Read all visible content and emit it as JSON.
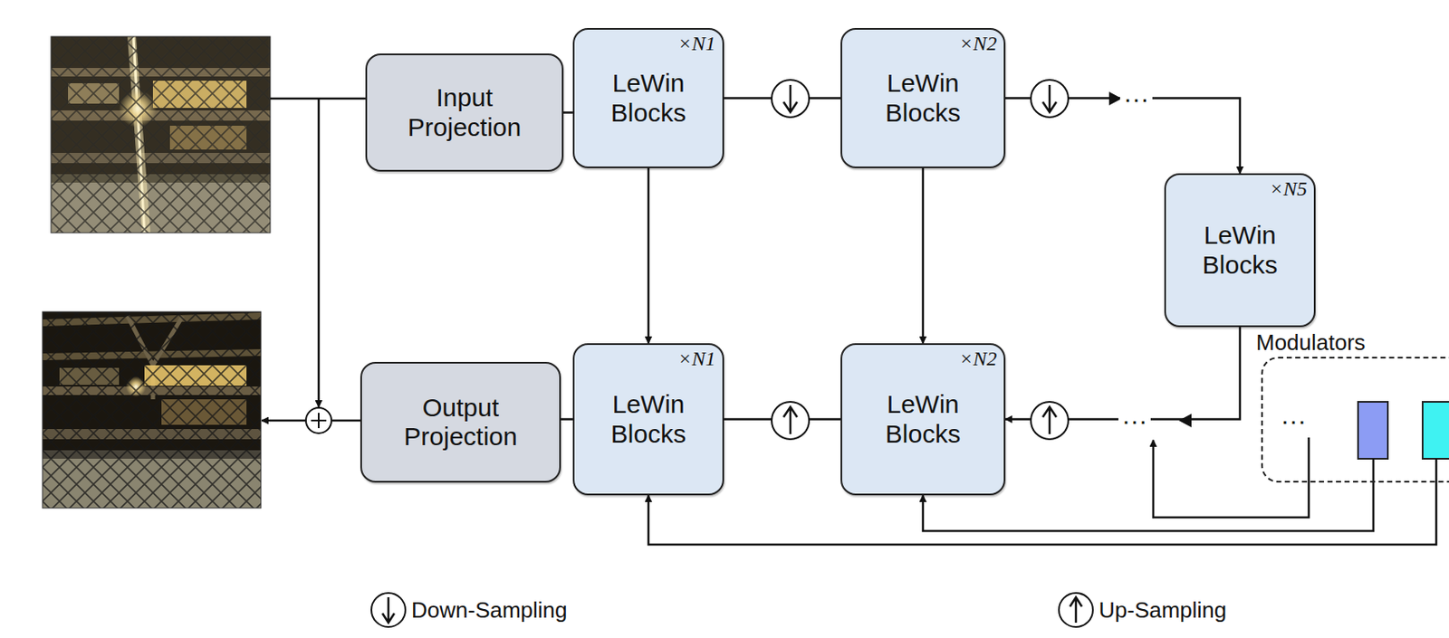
{
  "diagram": {
    "nodes": [
      {
        "text": [
          "Input Projection"
        ]
      },
      {
        "text": [
          "LeWin Blocks",
          "×N1"
        ]
      },
      {
        "text": [
          "LeWin Blocks",
          "×N2"
        ]
      },
      {
        "text": [
          "LeWin Blocks",
          "×N5"
        ]
      },
      {
        "text": [
          "Output Projection"
        ]
      },
      {
        "text": [
          "LeWin Blocks",
          "×N1"
        ]
      },
      {
        "text": [
          "LeWin Blocks",
          "×N2"
        ]
      },
      {
        "text": [
          "Modulators"
        ]
      }
    ],
    "edges": [
      {
        "from": 0,
        "to": 1,
        "arrow": "none"
      },
      {
        "from": 1,
        "to": 2,
        "arrow": "none"
      },
      {
        "from": 2,
        "to": 3,
        "arrow": "to"
      },
      {
        "from": 3,
        "to": 6,
        "arrow": "to"
      },
      {
        "from": 6,
        "to": 5,
        "arrow": "none"
      },
      {
        "from": 5,
        "to": 4,
        "arrow": "none"
      },
      {
        "from": 1,
        "to": 5,
        "arrow": "to"
      },
      {
        "from": 2,
        "to": 6,
        "arrow": "to"
      },
      {
        "from": 7,
        "to": 5,
        "arrow": "to"
      },
      {
        "from": 7,
        "to": 6,
        "arrow": "to"
      }
    ],
    "labels": [
      "···",
      "···",
      "···"
    ],
    "legend": [
      {
        "text": "Down-Sampling"
      },
      {
        "text": "Up-Sampling"
      }
    ]
  }
}
